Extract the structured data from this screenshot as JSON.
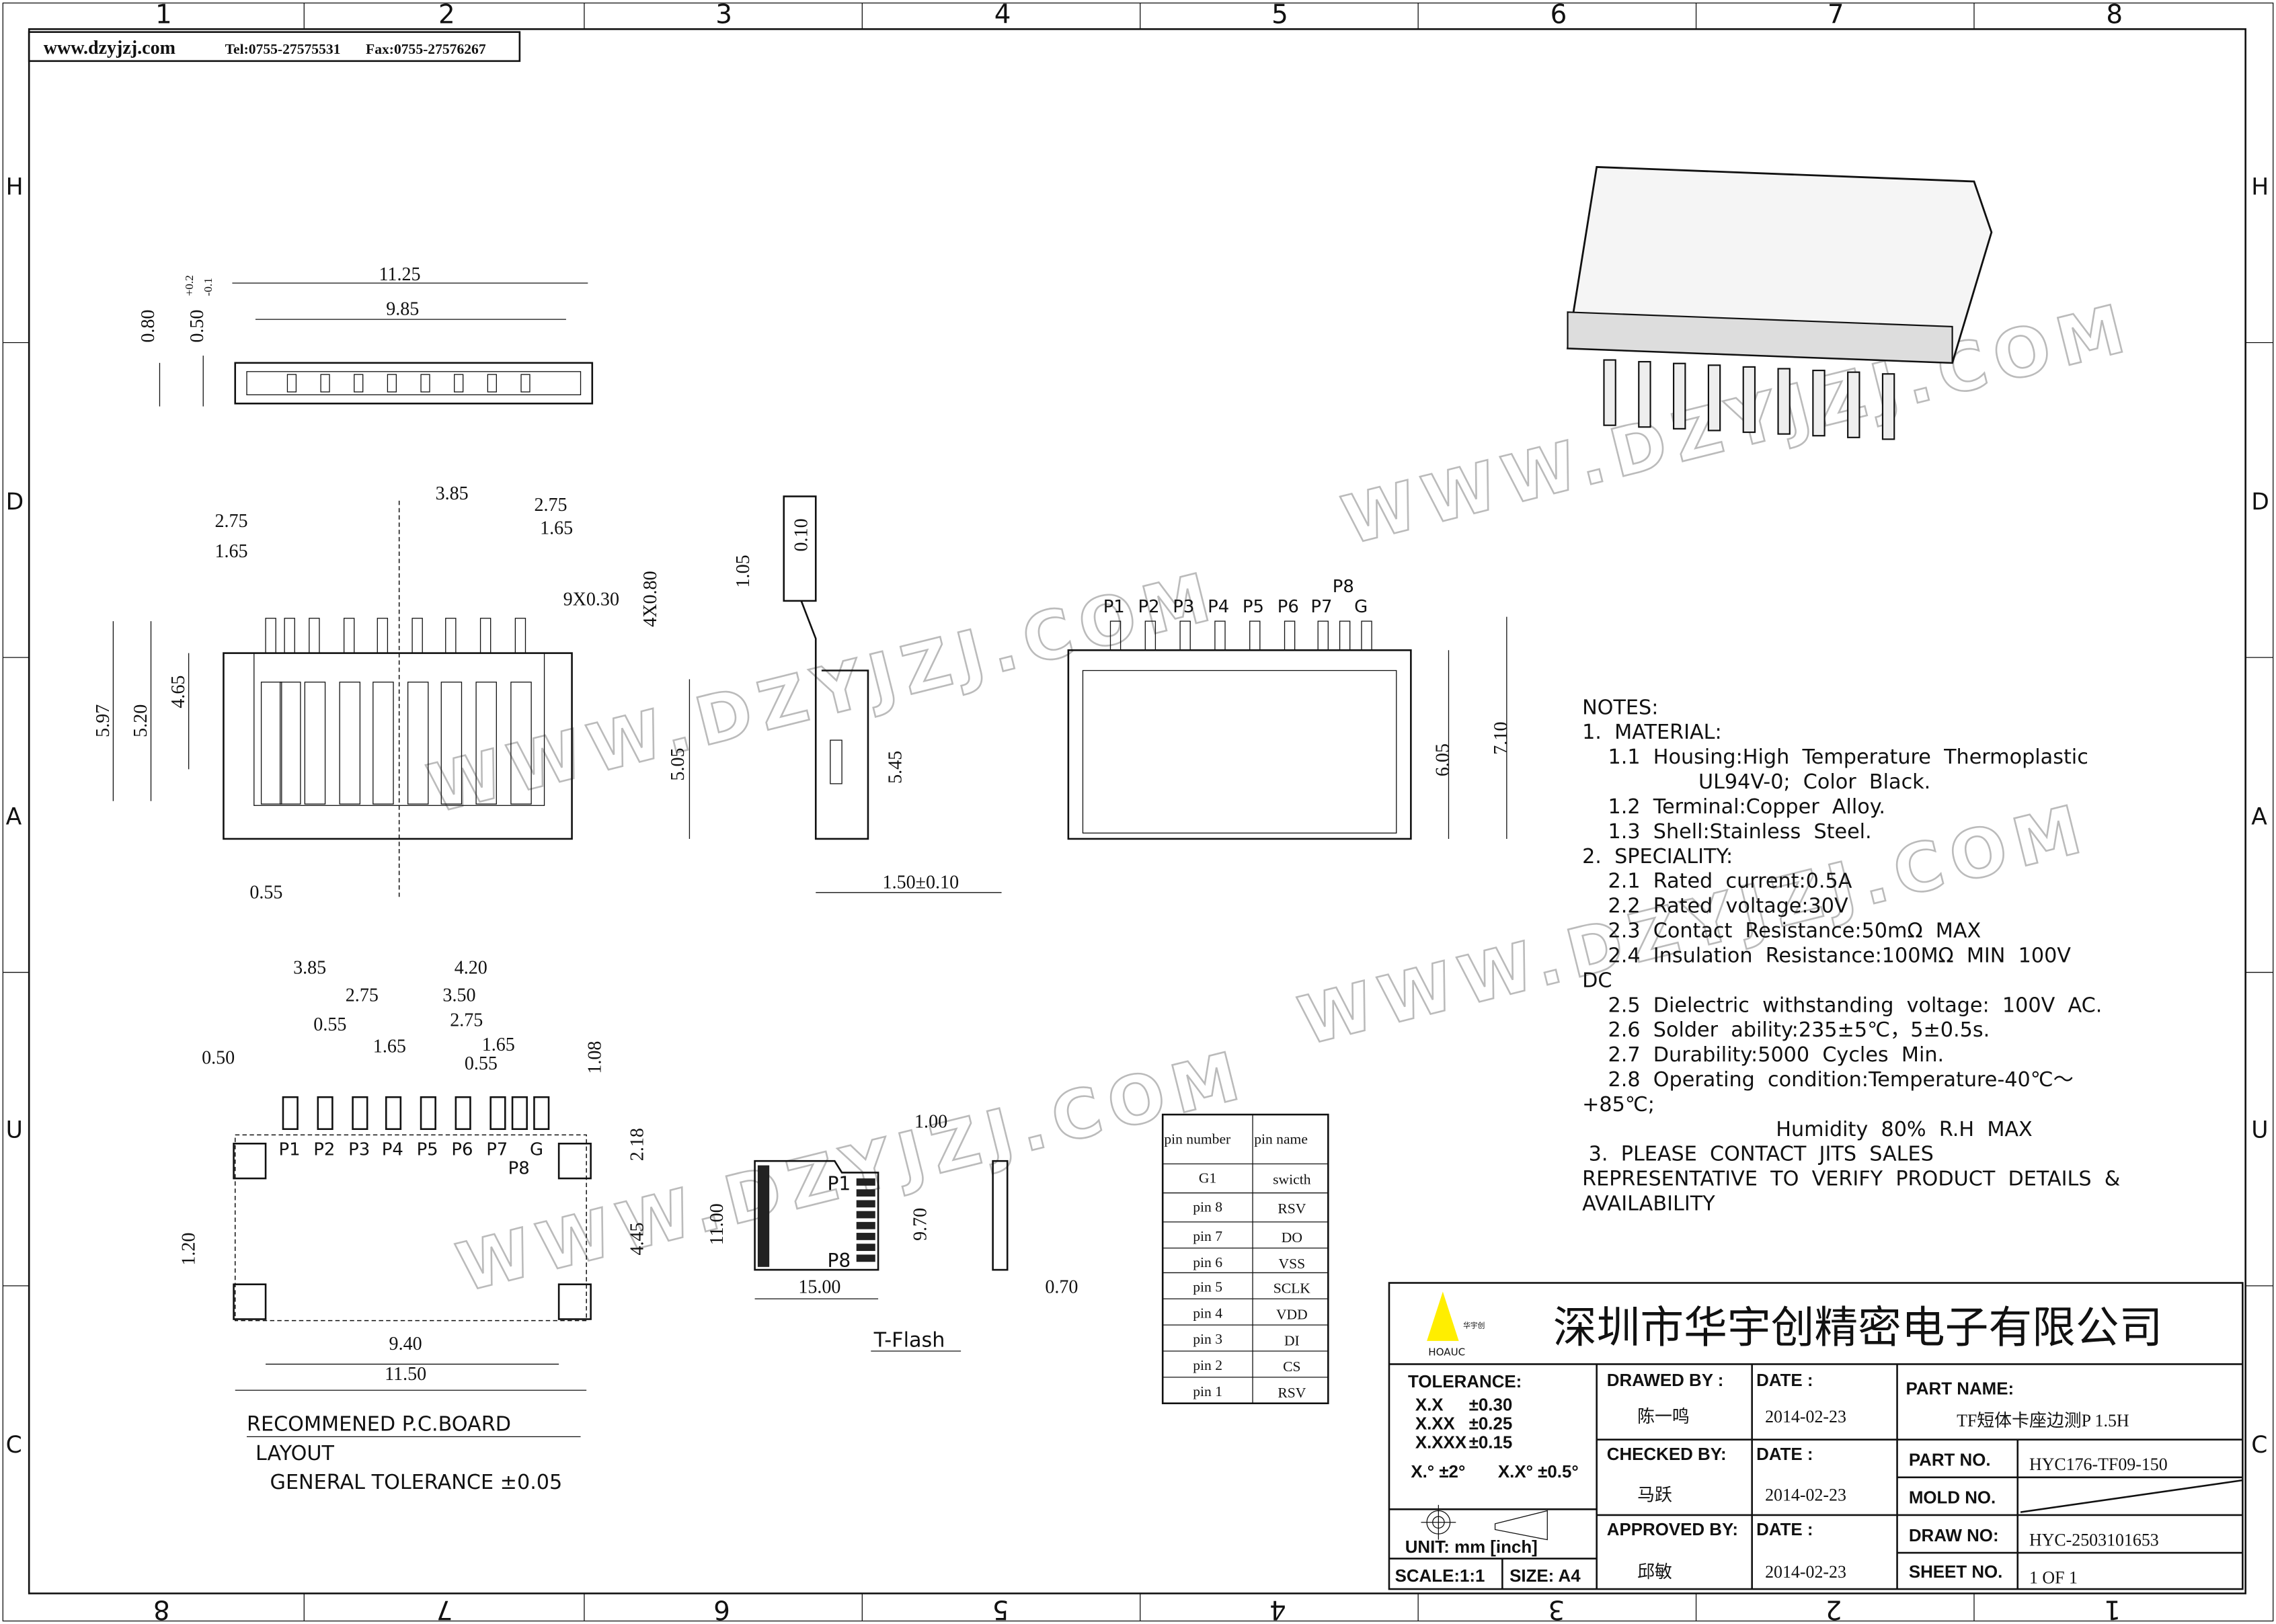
{
  "header": {
    "website": "www.dzyjzj.com",
    "tel": "Tel:0755-27575531",
    "fax": "Fax:0755-27576267"
  },
  "grid": {
    "columns_top": [
      "1",
      "2",
      "3",
      "4",
      "5",
      "6",
      "7",
      "8"
    ],
    "columns_bottom": [
      "8",
      "7",
      "6",
      "5",
      "4",
      "3",
      "2",
      "1"
    ],
    "rows": [
      "H",
      "D",
      "A",
      "U",
      "C"
    ]
  },
  "watermark": "WWW.DZYJZJ.COM",
  "top_view": {
    "dims": [
      "11.25",
      "9.85",
      "0.80",
      "0.50",
      "+0.2",
      "-0.1"
    ]
  },
  "front_view": {
    "dims": [
      "3.85",
      "2.75",
      "2.75",
      "1.65",
      "1.65",
      "9X0.30",
      "4X0.80",
      "5.97",
      "5.20",
      "4.65",
      "5.05",
      "0.55"
    ]
  },
  "side_view": {
    "dims": [
      "0.10",
      "1.05",
      "5.45",
      "1.50±0.10"
    ]
  },
  "back_view": {
    "pins": [
      "P1",
      "P2",
      "P3",
      "P4",
      "P5",
      "P6",
      "P7",
      "P8",
      "G"
    ],
    "dims": [
      "6.05",
      "7.10"
    ]
  },
  "pcb_layout": {
    "dims": [
      "3.85",
      "4.20",
      "2.75",
      "3.50",
      "0.55",
      "2.75",
      "1.65",
      "1.65",
      "0.50",
      "0.55",
      "1.08",
      "2.18",
      "4.45",
      "1.20",
      "9.40",
      "11.50"
    ],
    "pins": [
      "P1",
      "P2",
      "P3",
      "P4",
      "P5",
      "P6",
      "P7",
      "P8",
      "G"
    ],
    "title": "RECOMMENED P.C.BOARD",
    "subtitle": "LAYOUT",
    "tolerance": "GENERAL TOLERANCE ±0.05"
  },
  "tflash": {
    "dims": [
      "1.00",
      "11.00",
      "9.70",
      "15.00",
      "0.70"
    ],
    "pin_first": "P1",
    "pin_last": "P8",
    "label": "T-Flash"
  },
  "pin_table": {
    "headers": [
      "pin number",
      "pin name"
    ],
    "rows": [
      [
        "G1",
        "swicth"
      ],
      [
        "pin 8",
        "RSV"
      ],
      [
        "pin 7",
        "DO"
      ],
      [
        "pin 6",
        "VSS"
      ],
      [
        "pin 5",
        "SCLK"
      ],
      [
        "pin 4",
        "VDD"
      ],
      [
        "pin 3",
        "DI"
      ],
      [
        "pin 2",
        "CS"
      ],
      [
        "pin 1",
        "RSV"
      ]
    ]
  },
  "notes": [
    "NOTES:",
    "1.  MATERIAL:",
    "    1.1  Housing:High  Temperature  Thermoplastic",
    "                  UL94V-0;  Color  Black.",
    "    1.2  Terminal:Copper  Alloy.",
    "    1.3  Shell:Stainless  Steel.",
    "2.  SPECIALITY:",
    "    2.1  Rated  current:0.5A",
    "    2.2  Rated  voltage:30V",
    "    2.3  Contact  Resistance:50mΩ  MAX",
    "    2.4  Insulation  Resistance:100MΩ  MIN  100V",
    "DC",
    "    2.5  Dielectric  withstanding  voltage:  100V  AC.",
    "    2.6  Solder  ability:235±5℃，5±0.5s.",
    "    2.7  Durability:5000  Cycles  Min.",
    "    2.8  Operating  condition:Temperature-40℃～",
    "+85℃;",
    "                              Humidity  80%  R.H  MAX",
    " 3.  PLEASE  CONTACT  JITS  SALES",
    "REPRESENTATIVE  TO  VERIFY  PRODUCT  DETAILS  &",
    "AVAILABILITY"
  ],
  "title_block": {
    "logo_text": "华宇创",
    "logo_brand": "HOAUC",
    "company": "深圳市华宇创精密电子有限公司",
    "tolerance_label": "TOLERANCE:",
    "tolerances": [
      [
        "X.X",
        "±0.30"
      ],
      [
        "X.XX",
        "±0.25"
      ],
      [
        "X.XXX",
        "±0.15"
      ]
    ],
    "angle_tol": [
      "X.° ±2°",
      "X.X° ±0.5°"
    ],
    "unit": "UNIT:  mm  [inch]",
    "scale": "SCALE:1:1",
    "size": "SIZE:  A4",
    "drawed_label": "DRAWED  BY :",
    "drawed_by": "陈一鸣",
    "checked_label": "CHECKED  BY:",
    "checked_by": "马跃",
    "approved_label": "APPROVED  BY:",
    "approved_by": "邱敏",
    "date_label": "DATE  :",
    "dates": [
      "2014-02-23",
      "2014-02-23",
      "2014-02-23"
    ],
    "part_name_label": "PART  NAME:",
    "part_name": "TF短体卡座边测P 1.5H",
    "part_no_label": "PART  NO.",
    "part_no": "HYC176-TF09-150",
    "mold_no_label": "MOLD  NO.",
    "draw_no_label": "DRAW  NO:",
    "draw_no": "HYC-2503101653",
    "sheet_no_label": "SHEET  NO.",
    "sheet_no": "1  OF  1"
  }
}
